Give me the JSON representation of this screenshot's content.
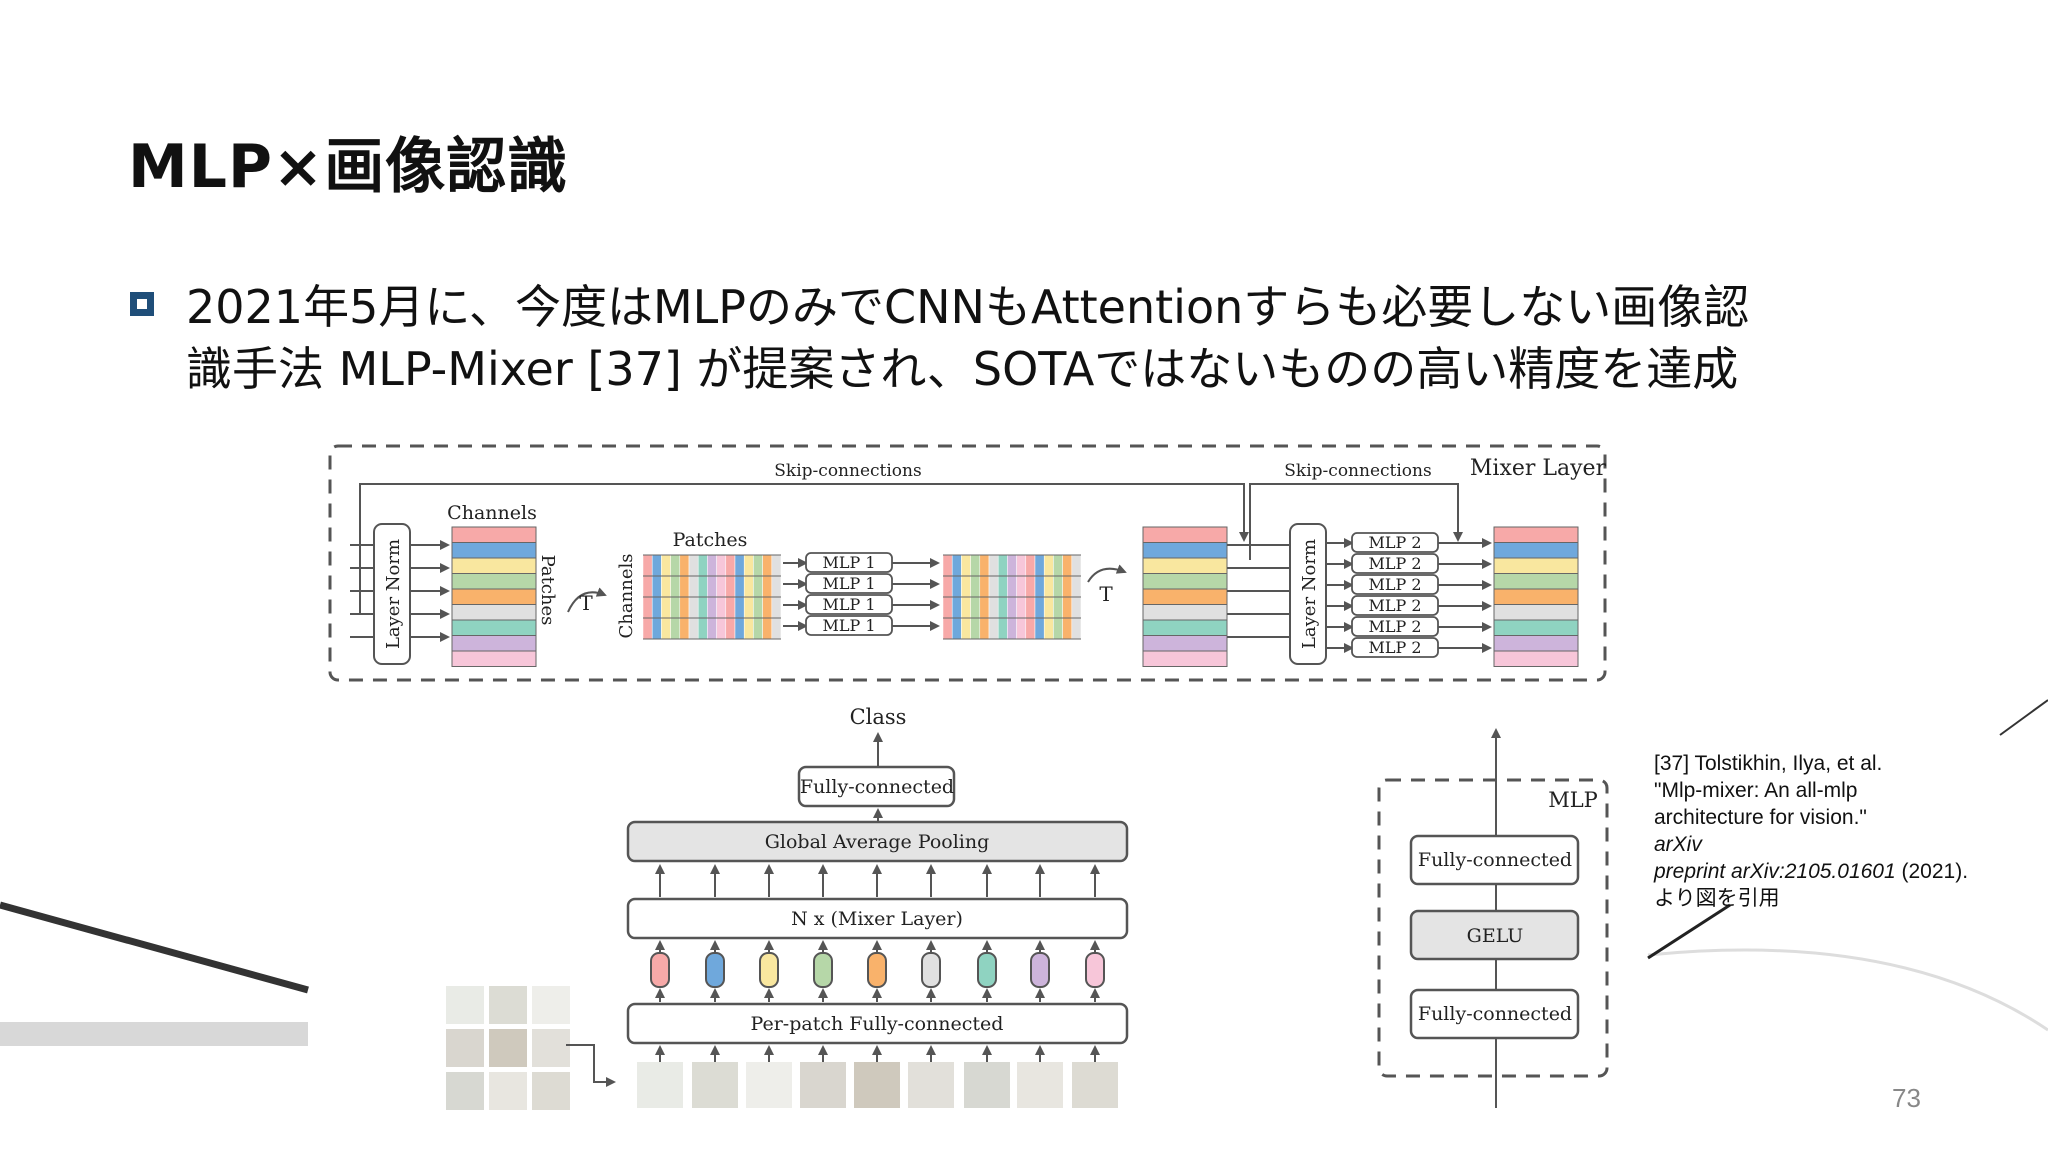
{
  "slide": {
    "title": "MLP×画像認識",
    "bullet_line1": "2021年5月に、今度はMLPのみでCNNもAttentionすらも必要しない画像認",
    "bullet_line2": "識手法 MLP-Mixer [37] が提案され、SOTAではないものの高い精度を達成",
    "page_number": "73"
  },
  "reference": {
    "line1": "[37] Tolstikhin, Ilya, et al.",
    "line2": "\"Mlp-mixer: An all-mlp",
    "line3": "architecture for vision.\"",
    "line4_italic": "arXiv",
    "line5_italic": "preprint arXiv:2105.01601",
    "line5_rest": " (2021).",
    "line6": "より図を引用"
  },
  "figure": {
    "mixer_layer": {
      "title": "Mixer Layer",
      "skip1": "Skip-connections",
      "skip2": "Skip-connections",
      "channels": "Channels",
      "patches_side": "Patches",
      "patches_top": "Patches",
      "channels_side": "Channels",
      "layer_norm1": "Layer Norm",
      "layer_norm2": "Layer Norm",
      "transpose1": "T",
      "transpose2": "T",
      "mlp1_labels": [
        "MLP 1",
        "MLP 1",
        "MLP 1",
        "MLP 1"
      ],
      "mlp2_labels": [
        "MLP 2",
        "MLP 2",
        "MLP 2",
        "MLP 2",
        "MLP 2",
        "MLP 2"
      ]
    },
    "overview": {
      "class": "Class",
      "fully_connected": "Fully-connected",
      "gap": "Global Average Pooling",
      "mixer": "N x (Mixer Layer)",
      "per_patch": "Per-patch Fully-connected"
    },
    "mlp_block": {
      "title": "MLP",
      "fc_top": "Fully-connected",
      "gelu": "GELU",
      "fc_bottom": "Fully-connected"
    },
    "colors": [
      "#f7a9a8",
      "#6fa8dc",
      "#f9e79f",
      "#b6d7a8",
      "#f9b26b",
      "#e0e0e0",
      "#8fd3c1",
      "#cdb4db",
      "#f7c6d9"
    ]
  }
}
